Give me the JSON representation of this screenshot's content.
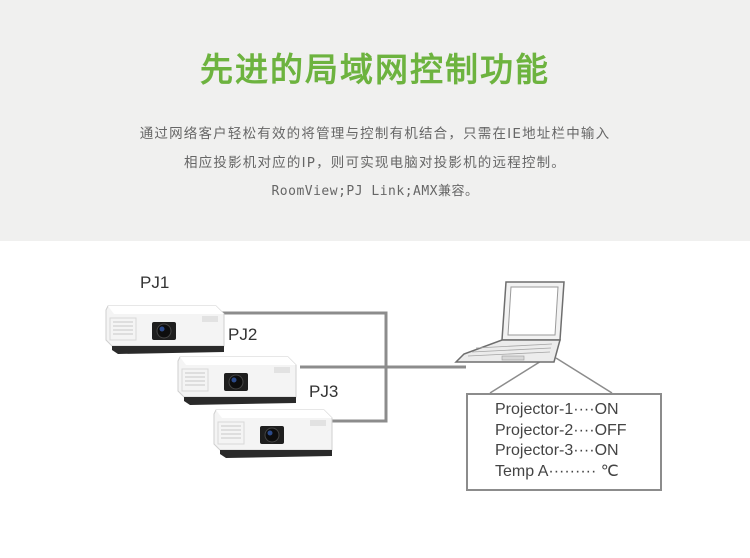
{
  "header": {
    "title": "先进的局域网控制功能",
    "desc_line1": "通过网络客户轻松有效的将管理与控制有机结合，只需在IE地址栏中输入",
    "desc_line2": "相应投影机对应的IP，则可实现电脑对投影机的远程控制。",
    "desc_line3": "RoomView;PJ Link;AMX兼容。"
  },
  "projectors": [
    {
      "label": "PJ1"
    },
    {
      "label": "PJ2"
    },
    {
      "label": "PJ3"
    }
  ],
  "status_box": {
    "lines": [
      "Projector-1····ON",
      "Projector-2····OFF",
      "Projector-3····ON",
      "Temp A········· ℃"
    ]
  },
  "colors": {
    "accent": "#6db33f",
    "hero_bg": "#f0f0ef",
    "line": "#8c8c8c"
  },
  "icons": [
    "projector-icon",
    "laptop-icon"
  ]
}
